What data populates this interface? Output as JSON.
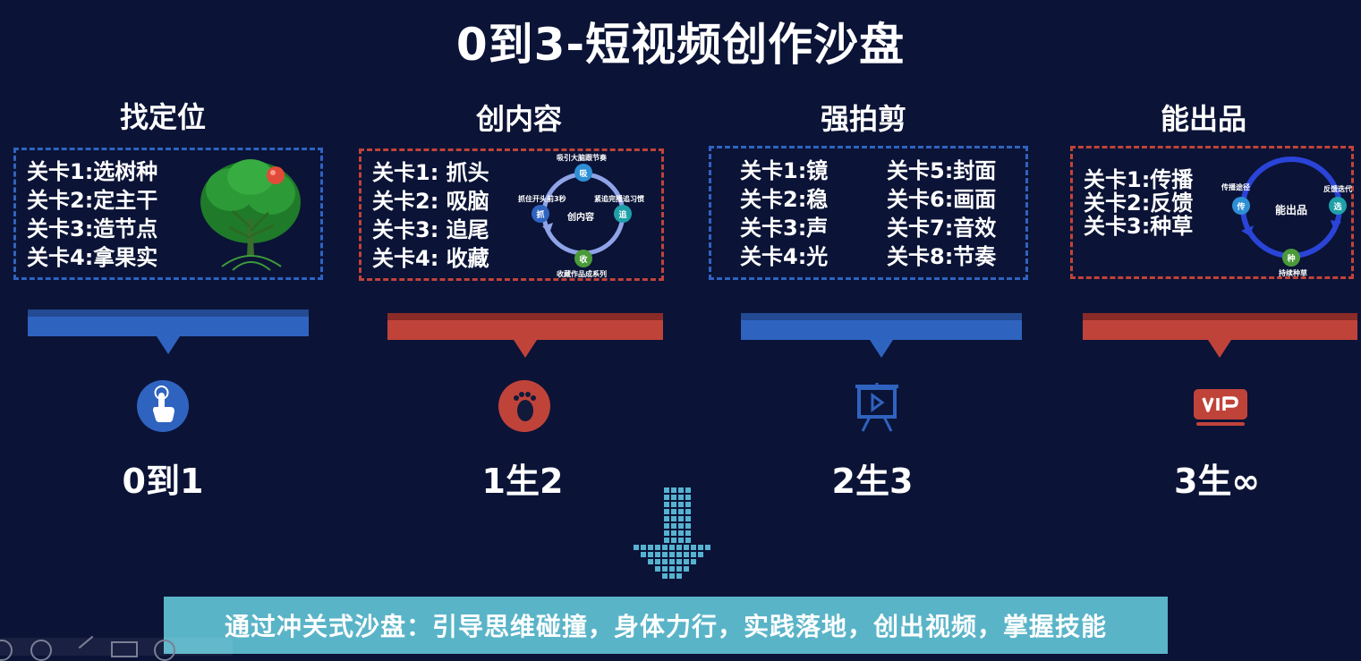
{
  "title": "0到3-短视频创作沙盘",
  "columns": [
    {
      "heading": "找定位",
      "levels": [
        "关卡1:选树种",
        "关卡2:定主干",
        "关卡3:造节点",
        "关卡4:拿果实"
      ],
      "stage": "0到1",
      "icon": "touch-hand-icon",
      "color": "#2f63c0"
    },
    {
      "heading": "创内容",
      "levels": [
        "关卡1: 抓头",
        "关卡2: 吸脑",
        "关卡3: 追尾",
        "关卡4: 收藏"
      ],
      "cycle": {
        "center": "创内容",
        "nodes": [
          "吸",
          "追",
          "收",
          "抓"
        ],
        "labels": [
          "吸引大脑跟节奏",
          "紧追完播追习惯",
          "收藏作品成系列",
          "抓住开头前3秒"
        ]
      },
      "stage": "1生2",
      "icon": "footprint-icon",
      "color": "#c0433a"
    },
    {
      "heading": "强拍剪",
      "levels_left": [
        "关卡1:镜",
        "关卡2:稳",
        "关卡3:声",
        "关卡4:光"
      ],
      "levels_right": [
        "关卡5:封面",
        "关卡6:画面",
        "关卡7:音效",
        "关卡8:节奏"
      ],
      "stage": "2生3",
      "icon": "presentation-screen-icon",
      "color": "#2f63c0"
    },
    {
      "heading": "能出品",
      "levels": [
        "关卡1:传播",
        "关卡2:反馈",
        "关卡3:种草"
      ],
      "cycle": {
        "center": "能出品",
        "nodes": [
          "传",
          "选",
          "种"
        ],
        "labels": [
          "传播途径",
          "反馈迭代",
          "持续种草"
        ]
      },
      "stage": "3生∞",
      "icon": "vip-badge-icon",
      "color": "#c0433a"
    }
  ],
  "bottom_text": "通过冲关式沙盘：引导思维碰撞，身体力行，实践落地，创出视频，掌握技能"
}
